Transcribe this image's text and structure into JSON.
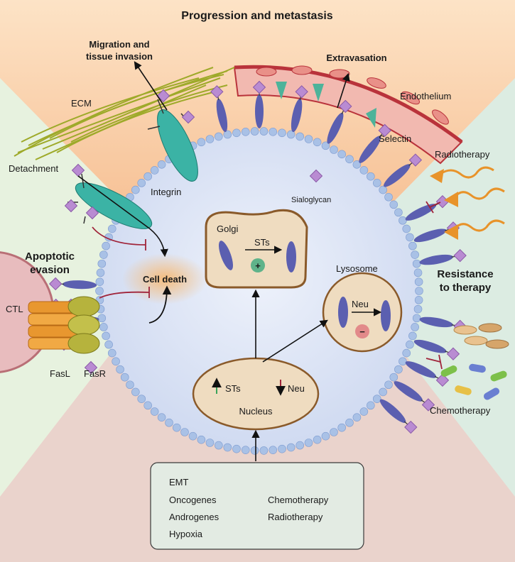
{
  "title": "Progression and metastasis",
  "labels": {
    "migration": [
      "Migration and",
      "tissue invasion"
    ],
    "extravasation": "Extravasation",
    "ecm": "ECM",
    "endothelium": "Endothelium",
    "selectin": "Selectin",
    "radiotherapy": "Radiotherapy",
    "detachment": "Detachment",
    "integrin": "Integrin",
    "sialoglycan": "Sialoglycan",
    "apoptotic_evasion": [
      "Apoptotic",
      "evasion"
    ],
    "cell_death": "Cell death",
    "ctl": "CTL",
    "fasl": "FasL",
    "fasr": "FasR",
    "resistance": [
      "Resistance",
      "to therapy"
    ],
    "chemotherapy": "Chemotherapy"
  },
  "golgi": {
    "label": "Golgi",
    "sts": "STs",
    "sign": "+"
  },
  "lysosome": {
    "label": "Lysosome",
    "neu": "Neu",
    "sign": "−"
  },
  "nucleus": {
    "label": "Nucleus",
    "sts": "STs",
    "neu": "Neu"
  },
  "stimuli": {
    "left": [
      "EMT",
      "Oncogenes",
      "Androgenes",
      "Hypoxia"
    ],
    "right": [
      "Chemotherapy",
      "Radiotherapy"
    ]
  },
  "colors": {
    "top_panel": "#f7c89b",
    "side_panel": "#d8ecd2",
    "bottom_panel": "#e6c9c2",
    "cell": "#dfe6f5",
    "membrane_bead": "#9fb8e0",
    "glycoprotein": "#5b5fb0",
    "sialic_acid": "#b88bd0",
    "integrin": "#3bb3a5",
    "arrow_orange": "#e8932a",
    "inhibit": "#a0243a",
    "organelle": "#f0dcc0",
    "organelle_border": "#8a5a2a"
  },
  "icons": [
    "up-arrow-icon",
    "down-arrow-icon",
    "plus-icon",
    "minus-icon",
    "lightning-icon",
    "pill-icon"
  ]
}
